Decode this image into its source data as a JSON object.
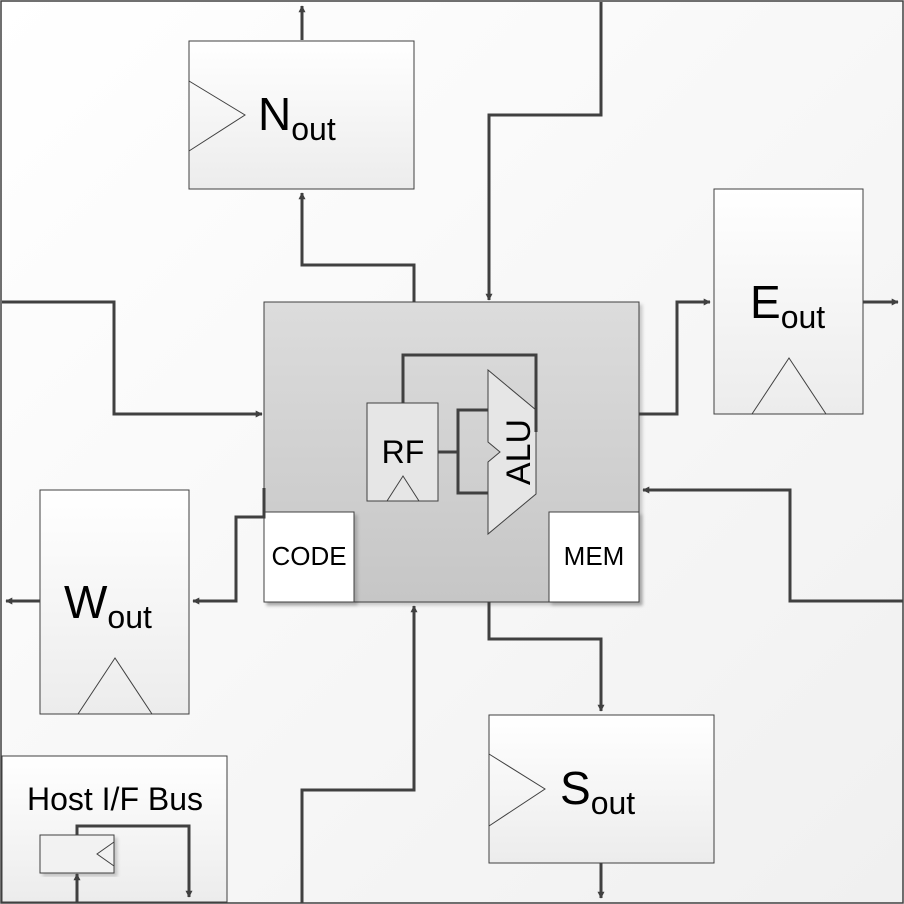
{
  "blocks": {
    "north_register": {
      "label": "N",
      "subscript": "out"
    },
    "east_register": {
      "label": "E",
      "subscript": "out"
    },
    "west_register": {
      "label": "W",
      "subscript": "out"
    },
    "south_register": {
      "label": "S",
      "subscript": "out"
    },
    "register_file": {
      "label": "RF"
    },
    "alu": {
      "label": "ALU"
    },
    "code_memory": {
      "label": "CODE"
    },
    "data_memory": {
      "label": "MEM"
    },
    "host_interface": {
      "label": "Host I/F Bus"
    }
  },
  "colors": {
    "wire": "#404040",
    "core_fill": "#d0d0d0",
    "block_fill": "#f4f4f4",
    "background": "#f7f7f7",
    "border": "#404040"
  }
}
